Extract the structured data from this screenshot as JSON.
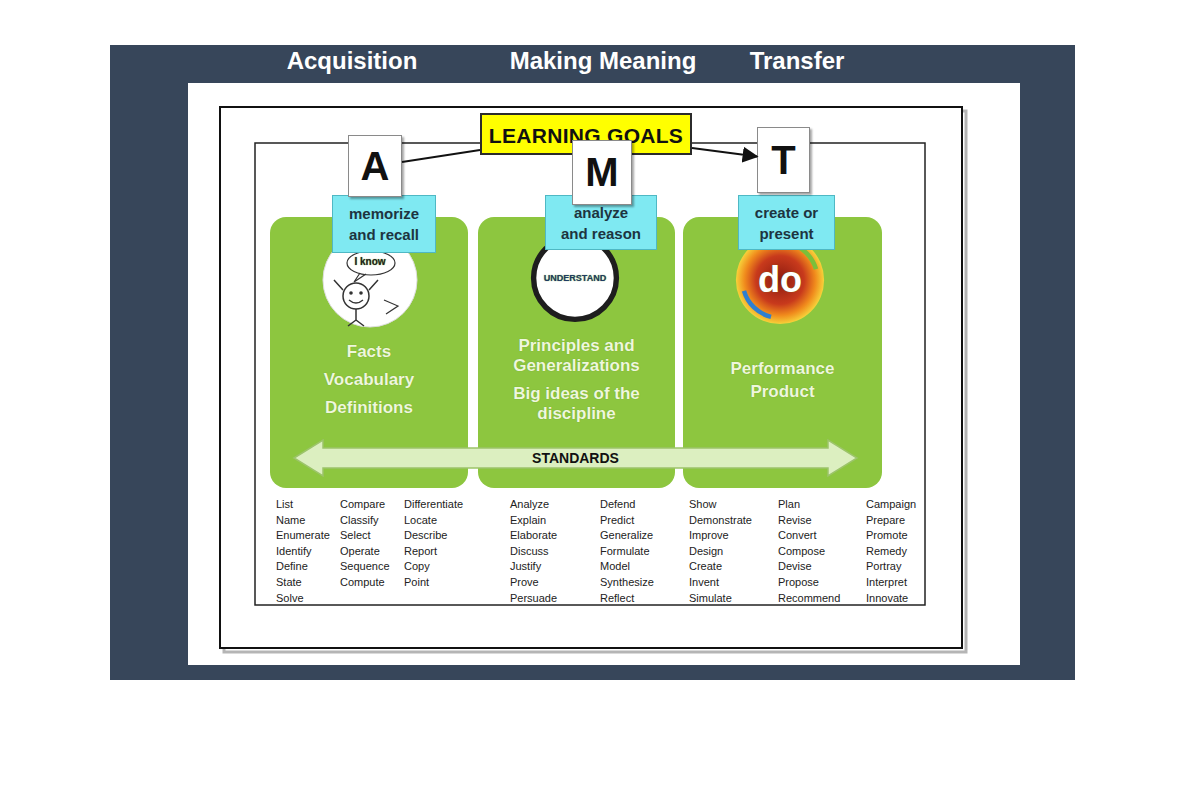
{
  "diagram": {
    "nodes": [
      {
        "text": [
          "LEARNING GOALS"
        ]
      },
      {
        "text": [
          "A"
        ]
      },
      {
        "text": [
          "memorize and recall"
        ]
      },
      {
        "text": [
          "M"
        ]
      },
      {
        "text": [
          "analyze and reason"
        ]
      },
      {
        "text": [
          "T"
        ]
      },
      {
        "text": [
          "create or present"
        ]
      },
      {
        "text": [
          "Facts",
          "Vocabulary",
          "Definitions"
        ]
      },
      {
        "text": [
          "I know"
        ],
        "in": 7
      },
      {
        "text": [
          "Principles and Generalizations",
          "Big ideas of the discipline"
        ]
      },
      {
        "text": [
          "UNDERSTAND"
        ],
        "in": 9
      },
      {
        "text": [
          "Performance Product"
        ]
      },
      {
        "text": [
          "do"
        ],
        "in": 11
      },
      {
        "text": [
          "STANDARDS"
        ]
      }
    ],
    "edges": [
      {
        "from": 0,
        "to": 1,
        "arrow": "none"
      },
      {
        "from": 0,
        "to": 5,
        "arrow": "to"
      }
    ],
    "labels": [
      "Acquisition",
      "Making Meaning",
      "Transfer",
      "List",
      "Name",
      "Enumerate",
      "Identify",
      "Define",
      "State",
      "Solve",
      "Compare",
      "Classify",
      "Select",
      "Operate",
      "Sequence",
      "Compute",
      "Differentiate",
      "Locate",
      "Describe",
      "Report",
      "Copy",
      "Point",
      "Analyze",
      "Explain",
      "Elaborate",
      "Discuss",
      "Justify",
      "Prove",
      "Persuade",
      "Defend",
      "Predict",
      "Generalize",
      "Formulate",
      "Model",
      "Synthesize",
      "Reflect",
      "Show",
      "Demonstrate",
      "Improve",
      "Design",
      "Create",
      "Invent",
      "Simulate",
      "Plan",
      "Revise",
      "Convert",
      "Compose",
      "Devise",
      "Propose",
      "Recommend",
      "Campaign",
      "Prepare",
      "Promote",
      "Remedy",
      "Portray",
      "Interpret",
      "Innovate"
    ]
  }
}
